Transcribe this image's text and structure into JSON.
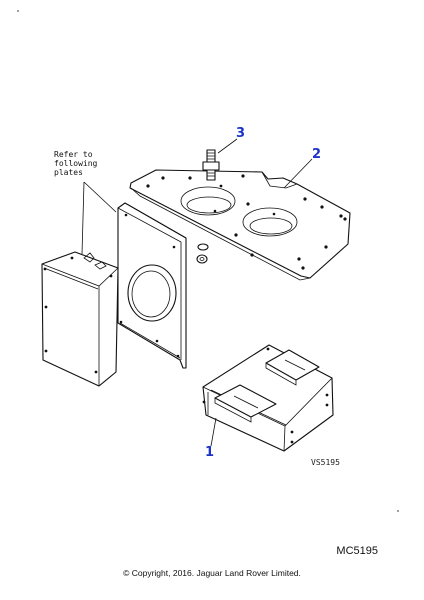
{
  "callouts": {
    "part_1": "1",
    "part_2": "2",
    "part_3": "3"
  },
  "note": {
    "line1": "Refer to",
    "line2": "following",
    "line3": "plates"
  },
  "drawing_ref": "VS5195",
  "plate_code": "MC5195",
  "copyright": "© Copyright, 2016. Jaguar Land Rover Limited.",
  "colors": {
    "callout": "#1c33c9",
    "line": "#111111"
  }
}
